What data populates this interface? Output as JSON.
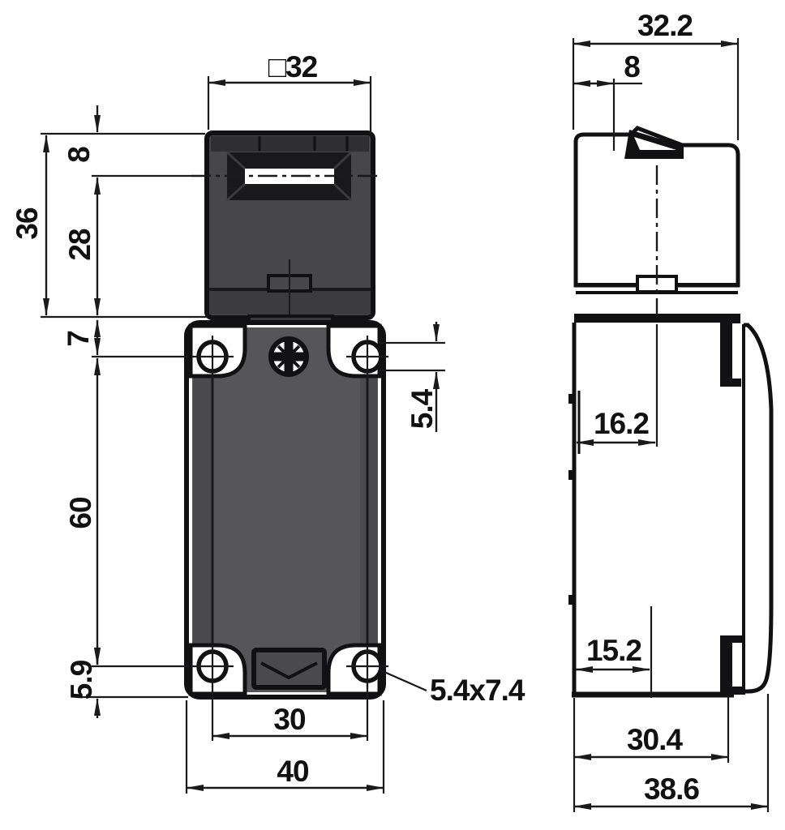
{
  "drawing": {
    "type": "technical-dimension-drawing",
    "subject": "safety key-operated limit switch, front and side views",
    "colors": {
      "background": "#ffffff",
      "line": "#111113",
      "head_fill": "#47474a",
      "head_band": "#2f2f32",
      "body_fill": "#565659",
      "body_edge_shade": "#4b4b4e",
      "neck_fill": "#39393c",
      "slot_frame": "#19191b",
      "slot_inner": "#ffffff"
    },
    "front_view": {
      "dims": {
        "head_width": "□32",
        "head_top_to_slot": "8",
        "head_height": "36",
        "slot_to_head_base": "28",
        "body_top_to_hole": "7",
        "hole_spacing_vertical": "60",
        "hole_to_body_bottom": "5.9",
        "hole_height": "5.4",
        "hole_size_callout": "5.4x7.4",
        "hole_spacing_horizontal": "30",
        "body_width": "40"
      }
    },
    "side_view": {
      "dims": {
        "head_depth": "32.2",
        "face_to_slot": "8",
        "face_to_center": "16.2",
        "face_to_cable_entry": "15.2",
        "body_depth": "30.4",
        "overall_depth": "38.6"
      }
    }
  }
}
